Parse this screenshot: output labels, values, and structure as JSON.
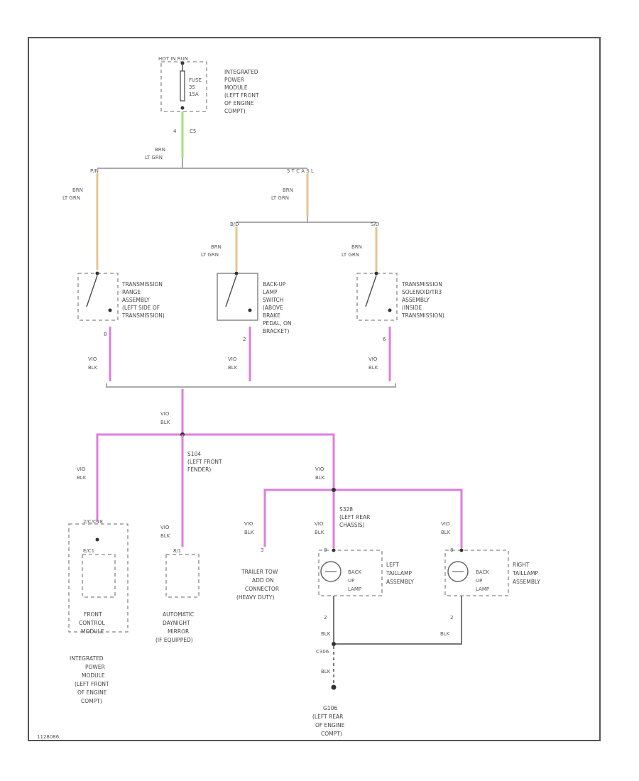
{
  "colors": {
    "wire_green": "#a6e07a",
    "wire_tan": "#e8c48a",
    "wire_violet": "#e07ce0",
    "wire_grey": "#aaaaaa",
    "wire_dark": "#777777"
  },
  "fuse": {
    "header": "HOT IN RUN",
    "label_lines": [
      "FUSE",
      "35",
      "15A"
    ],
    "module_lines": [
      "INTEGRATED",
      "POWER",
      "MODULE",
      "(LEFT FRONT",
      "OF ENGINE",
      "COMPT)"
    ],
    "pin": "4",
    "connector": "C5"
  },
  "wires": {
    "top_lines": [
      "BRN",
      "LT GRN"
    ],
    "left_lines": [
      "BRN",
      "LT GRN"
    ],
    "right_lines": [
      "BRN",
      "LT GRN"
    ],
    "sw_lines": [
      "BRN",
      "LT GRN"
    ],
    "vio_lines": [
      "VIO",
      "BLK"
    ],
    "blk": "BLK"
  },
  "bus_tags": {
    "left": "P/N",
    "right": "5 T C A S L",
    "mid": "B/D",
    "r2": "S/D"
  },
  "switches": [
    {
      "lines": [
        "TRANSMISSION",
        "RANGE",
        "ASSEMBLY",
        "(LEFT SIDE OF",
        "TRANSMISSION)"
      ],
      "pin": "8"
    },
    {
      "lines": [
        "BACK-UP",
        "LAMP",
        "SWITCH",
        "(ABOVE",
        "BRAKE",
        "PEDAL, ON",
        "BRACKET)"
      ],
      "pin": "2"
    },
    {
      "lines": [
        "TRANSMISSION",
        "SOLENOID/TR3",
        "ASSEMBLY",
        "(INSIDE",
        "TRANSMISSION)"
      ],
      "pin": "6"
    }
  ],
  "splices": {
    "front": [
      "S104",
      "(LEFT FRONT",
      "FENDER)"
    ],
    "rear": [
      "S328",
      "(LEFT REAR",
      "CHASSIS)"
    ],
    "c_label": "C306"
  },
  "loads": {
    "front_control": {
      "pin_top": "2/C/C18",
      "pin2": "E/C1",
      "inner_lines": [
        "FRONT",
        "CONTROL",
        "MODULE"
      ],
      "below_lines": [
        "INTEGRATED",
        "POWER",
        "MODULE",
        "(LEFT FRONT",
        "OF ENGINE",
        "COMPT)"
      ]
    },
    "mirror": {
      "pin": "8/1",
      "lines": [
        "AUTOMATIC",
        "DAYNIGHT",
        "MIRROR",
        "(IF EQUIPPED)"
      ]
    },
    "trailer": {
      "pin": "3",
      "lines": [
        "TRAILER TOW",
        "ADD ON",
        "CONNECTOR",
        "(HEAVY DUTY)"
      ]
    },
    "left_lamp": {
      "pin_top": "8",
      "pin_bot": "2",
      "inner_lines": [
        "BACK",
        "UP",
        "LAMP"
      ],
      "lines": [
        "LEFT",
        "TAILLAMP",
        "ASSEMBLY"
      ]
    },
    "right_lamp": {
      "pin_top": "8",
      "pin_bot": "2",
      "inner_lines": [
        "BACK",
        "UP",
        "LAMP"
      ],
      "lines": [
        "RIGHT",
        "TAILLAMP",
        "ASSEMBLY"
      ]
    }
  },
  "ground": {
    "lines": [
      "G106",
      "(LEFT REAR",
      "OF ENGINE",
      "COMPT)"
    ]
  },
  "figure_id": "1128086"
}
